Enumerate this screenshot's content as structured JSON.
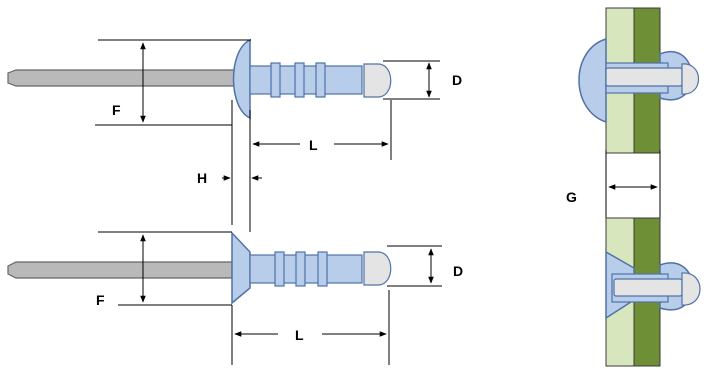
{
  "labels": {
    "f_top": "F",
    "d_top": "D",
    "l_top": "L",
    "h": "H",
    "g": "G",
    "f_bottom": "F",
    "d_bottom": "D",
    "l_bottom": "L"
  },
  "colors": {
    "mandrel_fill": "#b9b9b9",
    "mandrel_stroke": "#666666",
    "rivet_fill": "#b8cde9",
    "rivet_stroke": "#4f72a8",
    "mandrel_head_fill": "#e4e4e4",
    "plate_light": "#d8e6bd",
    "plate_dark": "#6f8f36",
    "line": "#000000"
  }
}
